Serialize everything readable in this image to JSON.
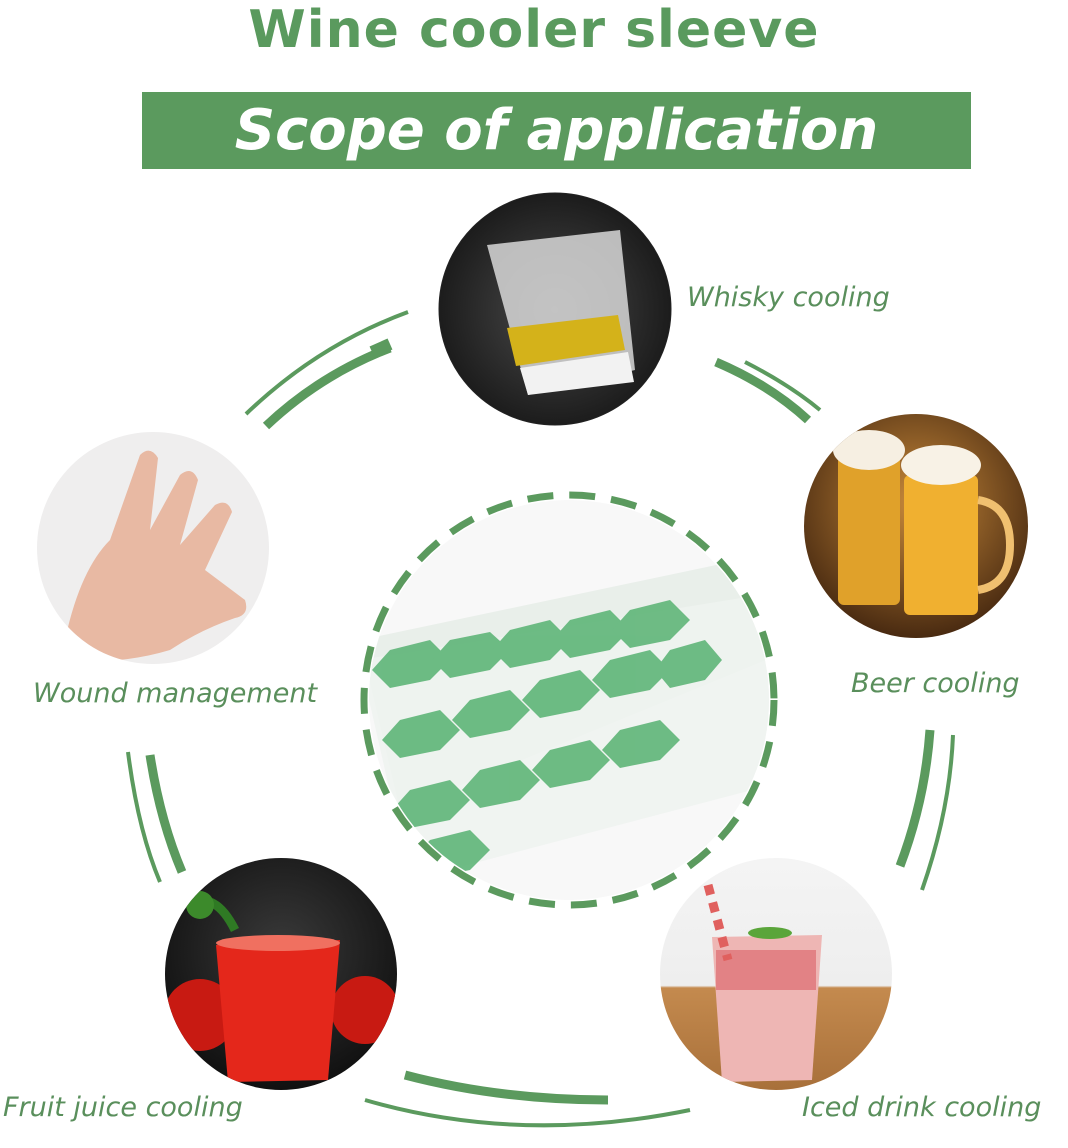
{
  "title": "Wine cooler sleeve",
  "banner": "Scope of application",
  "applications": {
    "whisky": "Whisky cooling",
    "beer": "Beer cooling",
    "wound": "Wound management",
    "juice": "Fruit juice cooling",
    "iced": "Iced drink cooling"
  },
  "colors": {
    "accent": "#5b9a5e",
    "text_green": "#5a8f5c"
  }
}
